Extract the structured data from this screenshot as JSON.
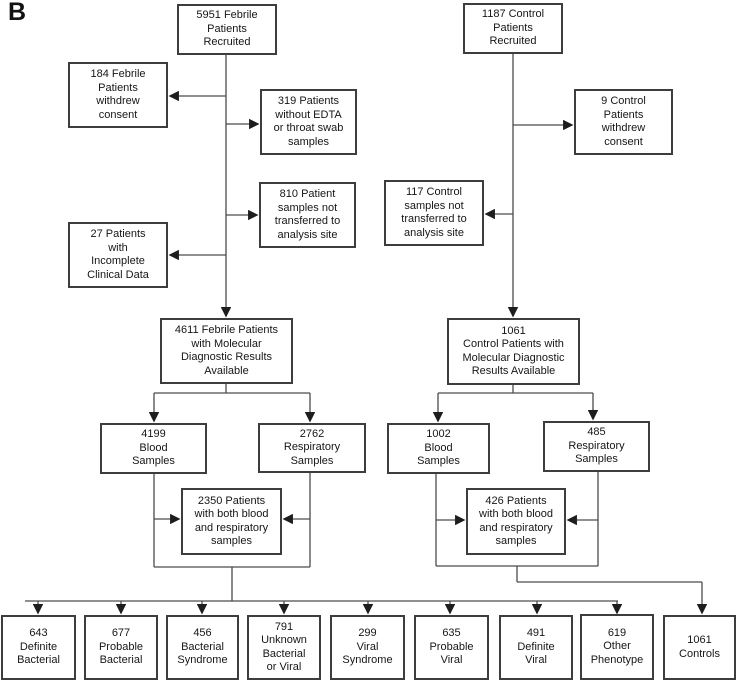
{
  "figure_label": "B",
  "colors": {
    "background": "#ffffff",
    "box_border": "#3d3d3d",
    "line": "#4c4c4c",
    "arrowhead": "#1d1d1d",
    "text": "#161616"
  },
  "nodes": {
    "febrile_recruited": "5951 Febrile\nPatients\nRecruited",
    "control_recruited": "1187 Control\nPatients\nRecruited",
    "febrile_withdrew": "184 Febrile\nPatients\nwithdrew\nconsent",
    "no_edta": "319 Patients\nwithout EDTA\nor throat swab\nsamples",
    "control_withdrew": "9 Control\nPatients\nwithdrew\nconsent",
    "febrile_not_transferred": "810 Patient\nsamples not\ntransferred to\nanalysis site",
    "control_not_transferred": "117 Control\nsamples not\ntransferred to\nanalysis site",
    "incomplete_clinical": "27 Patients\nwith\nIncomplete\nClinical Data",
    "febrile_molecular": "4611 Febrile Patients\nwith Molecular\nDiagnostic Results\nAvailable",
    "control_molecular": "1061\nControl Patients with\nMolecular Diagnostic\nResults Available",
    "febrile_blood": "4199\nBlood\nSamples",
    "febrile_respiratory": "2762\nRespiratory\nSamples",
    "control_blood": "1002\nBlood\nSamples",
    "control_respiratory": "485\nRespiratory\nSamples",
    "febrile_both": "2350 Patients\nwith both blood\nand respiratory\nsamples",
    "control_both": "426 Patients\nwith both blood\nand respiratory\nsamples",
    "definite_bacterial": "643\nDefinite\nBacterial",
    "probable_bacterial": "677\nProbable\nBacterial",
    "bacterial_syndrome": "456\nBacterial\nSyndrome",
    "unknown_bacterial_or_viral": "791\nUnknown\nBacterial\nor Viral",
    "viral_syndrome": "299\nViral\nSyndrome",
    "probable_viral": "635\nProbable\nViral",
    "definite_viral": "491\nDefinite\nViral",
    "other_phenotype": "619\nOther\nPhenotype",
    "controls": "1061\nControls"
  }
}
